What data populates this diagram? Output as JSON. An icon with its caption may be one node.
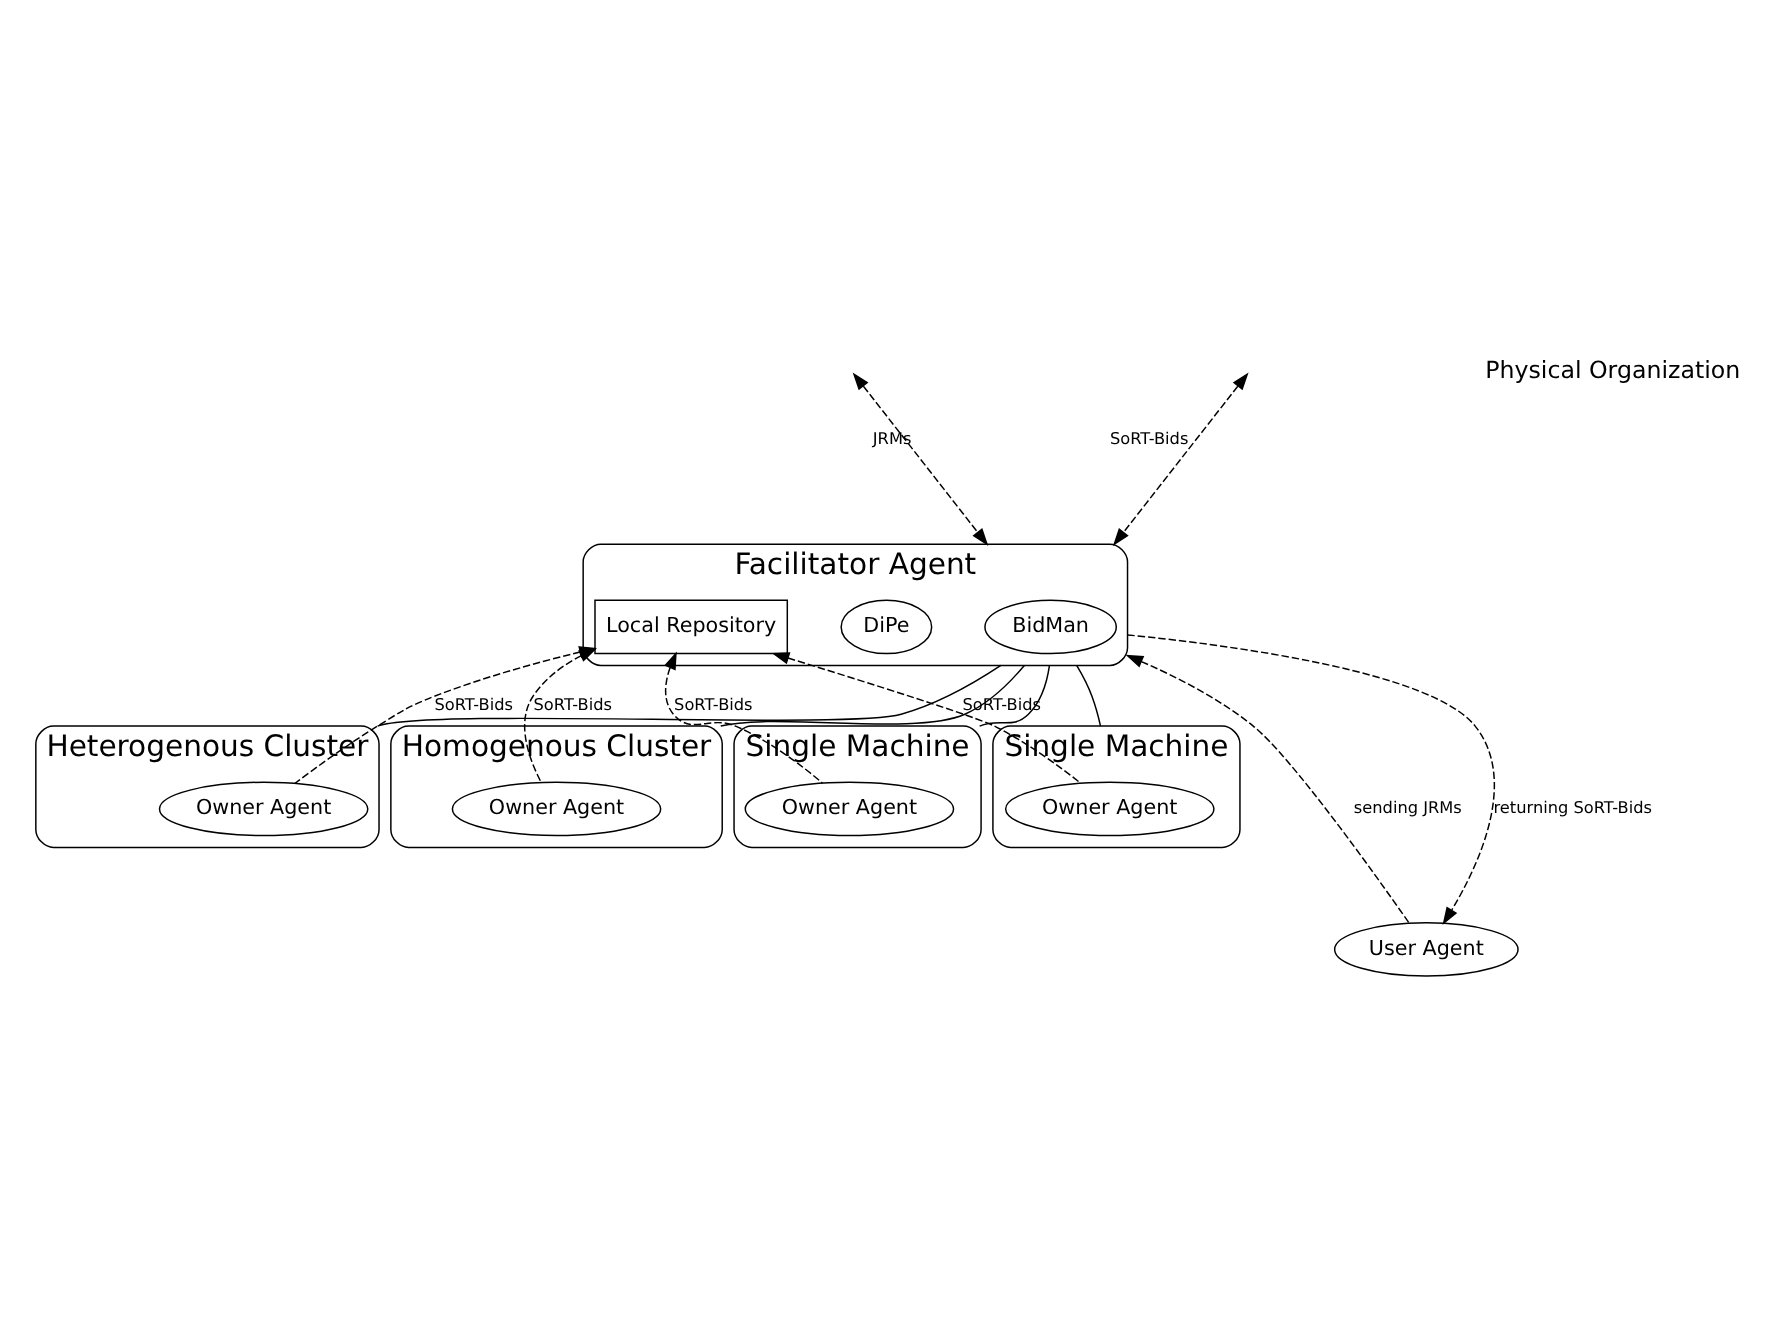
{
  "diagram": {
    "nodes": [
      {
        "text": [
          "Facilitator Agent"
        ]
      },
      {
        "text": [
          "BidMan"
        ],
        "in": 0
      },
      {
        "text": [
          "DiPe"
        ],
        "in": 0
      },
      {
        "text": [
          "Local Repository"
        ],
        "in": 0
      },
      {
        "text": [
          "Heterogenous Cluster"
        ]
      },
      {
        "text": [
          "Owner Agent"
        ],
        "in": 4
      },
      {
        "text": [
          "Homogenous Cluster"
        ]
      },
      {
        "text": [
          "Owner Agent"
        ],
        "in": 6
      },
      {
        "text": [
          "Single Machine"
        ]
      },
      {
        "text": [
          "Owner Agent"
        ],
        "in": 8
      },
      {
        "text": [
          "Single Machine"
        ]
      },
      {
        "text": [
          "Owner Agent"
        ],
        "in": 10
      },
      {
        "text": [
          "User Agent"
        ]
      }
    ],
    "edges": [
      {
        "from": null,
        "to": 0,
        "arrow": "both",
        "label": "JRMs",
        "style": "dashed"
      },
      {
        "from": null,
        "to": 0,
        "arrow": "both",
        "label": "SoRT-Bids",
        "style": "dashed"
      },
      {
        "from": 12,
        "to": 0,
        "arrow": "to",
        "label": "sending JRMs",
        "style": "dashed"
      },
      {
        "from": 0,
        "to": 12,
        "arrow": "to",
        "label": "returning SoRT-Bids",
        "style": "dashed"
      },
      {
        "from": 0,
        "to": 4,
        "arrow": "none"
      },
      {
        "from": 0,
        "to": 6,
        "arrow": "none"
      },
      {
        "from": 0,
        "to": 8,
        "arrow": "none"
      },
      {
        "from": 0,
        "to": 10,
        "arrow": "none"
      },
      {
        "from": 5,
        "to": 3,
        "arrow": "to",
        "label": "SoRT-Bids",
        "style": "dashed"
      },
      {
        "from": 7,
        "to": 3,
        "arrow": "to",
        "label": "SoRT-Bids",
        "style": "dashed"
      },
      {
        "from": 9,
        "to": 3,
        "arrow": "to",
        "label": "SoRT-Bids",
        "style": "dashed"
      },
      {
        "from": 11,
        "to": 3,
        "arrow": "to",
        "label": "SoRT-Bids",
        "style": "dashed"
      }
    ],
    "labels": [
      "Physical Organization"
    ]
  }
}
